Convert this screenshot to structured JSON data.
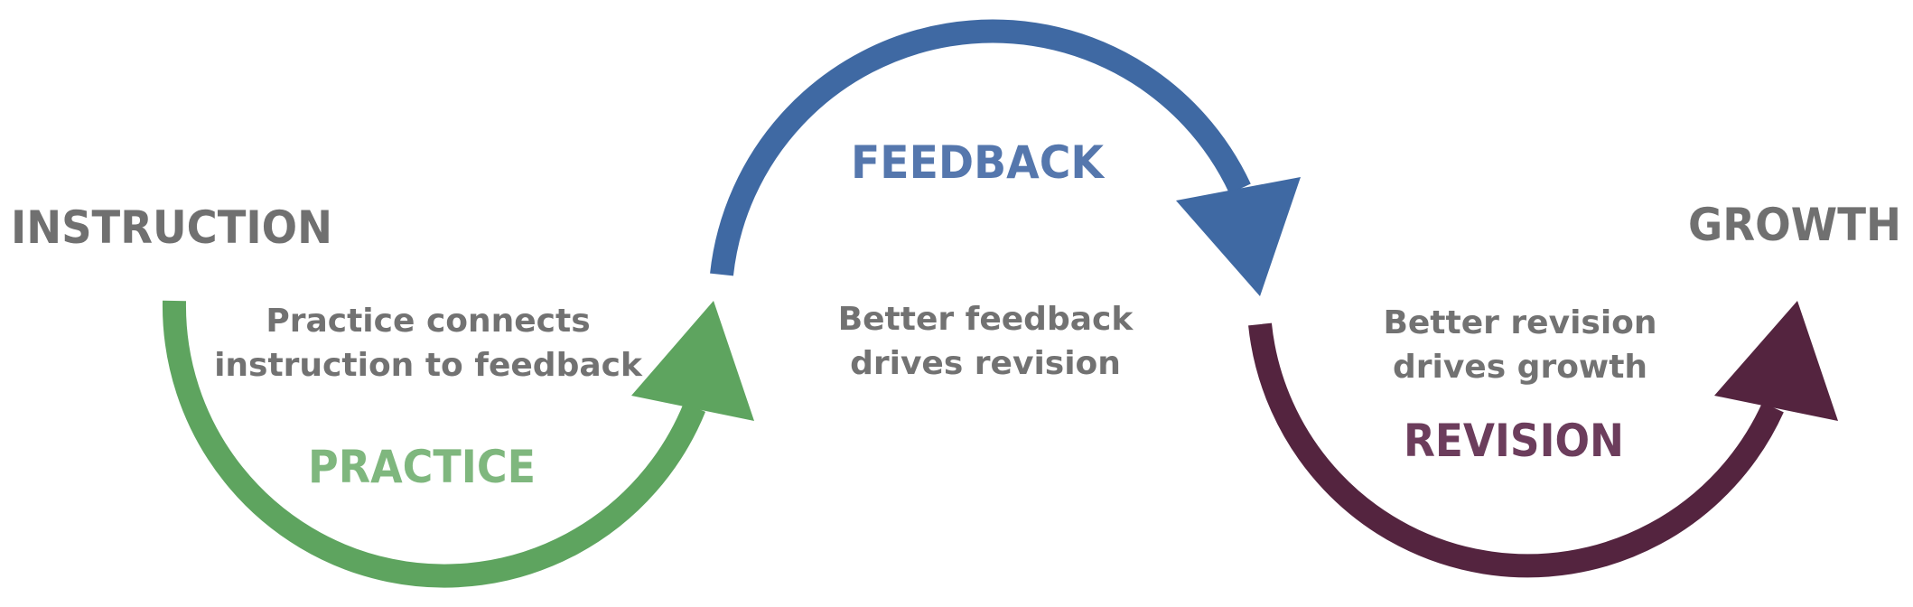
{
  "colors": {
    "practice": "#5ea45f",
    "feedback": "#3f69a3",
    "revision": "#54243f",
    "revision_text": "#6c3d5c",
    "feedback_text": "#5577ad",
    "practice_text": "#7fb77e",
    "endpoint_text": "#707070",
    "description_text": "#727272",
    "background": "#ffffff"
  },
  "endpoints": {
    "start": "INSTRUCTION",
    "end": "GROWTH"
  },
  "stages": {
    "practice": {
      "label": "PRACTICE",
      "description_line1": "Practice connects",
      "description_line2": "instruction to feedback"
    },
    "feedback": {
      "label": "FEEDBACK",
      "description_line1": "Better feedback",
      "description_line2": "drives revision"
    },
    "revision": {
      "label": "REVISION",
      "description_line1": "Better revision",
      "description_line2": "drives growth"
    }
  }
}
